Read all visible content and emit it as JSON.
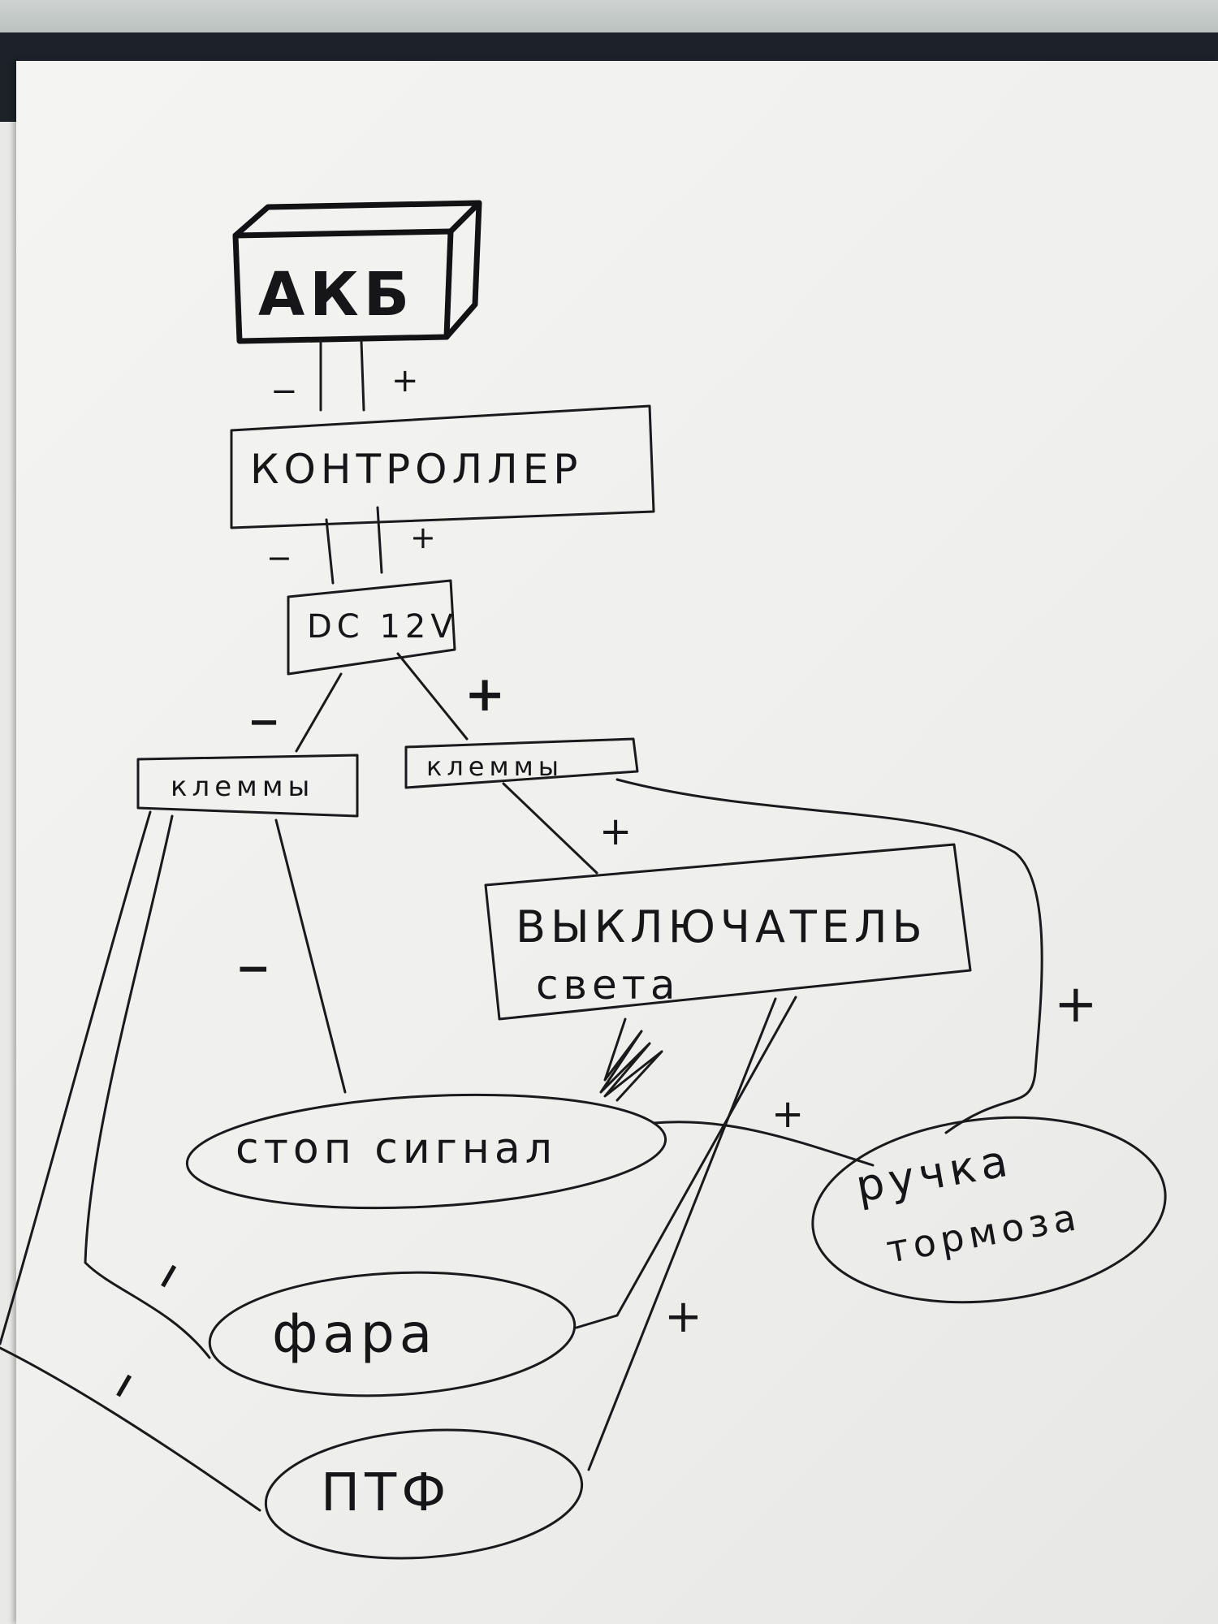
{
  "nodes": {
    "akb": "АКБ",
    "controller": "КОНТРОЛЛЕР",
    "dc": "DC 12V",
    "terminals_left": "клеммы",
    "terminals_right": "клеммы",
    "switch_line1": "ВЫКЛЮЧАТЕЛЬ",
    "switch_line2": "света",
    "stop_signal": "стоп сигнал",
    "hand_brake_line1": "ручка",
    "hand_brake_line2": "тормоза",
    "headlight": "фара",
    "ptf": "ПТФ"
  },
  "polarity": {
    "minus": "−",
    "plus": "+"
  }
}
